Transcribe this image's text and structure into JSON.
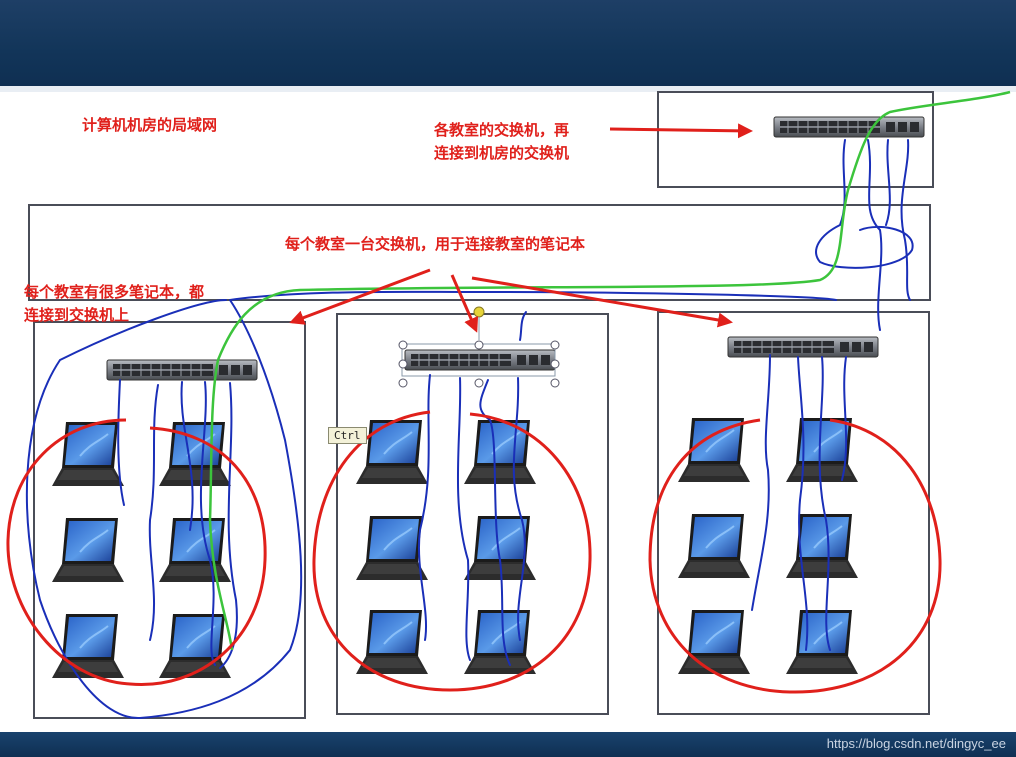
{
  "slide": {
    "title": "计算机机房的局域网",
    "core_note_line1": "各教室的交换机，再",
    "core_note_line2": "连接到机房的交换机",
    "classroom_switch_note": "每个教室一台交换机，用于连接教室的笔记本",
    "laptops_note_line1": "每个教室有很多笔记本，都",
    "laptops_note_line2": "连接到交换机上",
    "ctrl_tooltip": "Ctrl"
  },
  "watermark": "https://blog.csdn.net/dingyc_ee",
  "colors": {
    "header_bar": "#123559",
    "annotation_red": "#e0201b",
    "pen_blue": "#1a2fb8",
    "pen_green": "#3cc43c"
  },
  "icons": [
    "network-switch-icon",
    "laptop-icon"
  ]
}
